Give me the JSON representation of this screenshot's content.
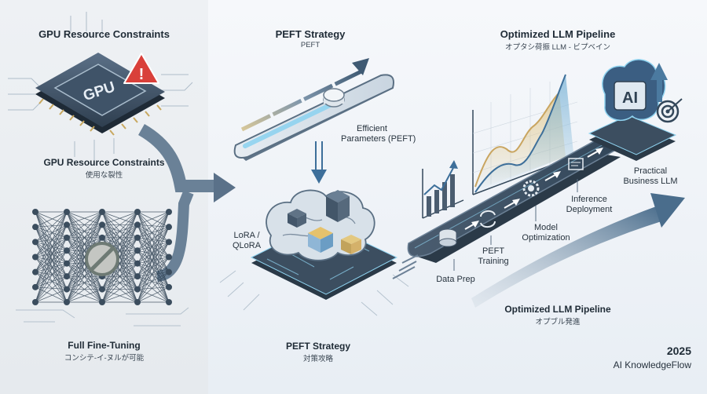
{
  "left": {
    "title": "GPU Resource Constraints",
    "chip_label": "GPU",
    "warning_mark": "!",
    "caption_title": "GPU Resource Constraints",
    "caption_sub": "使用な裂性",
    "bottom_title": "Full Fine-Tuning",
    "bottom_sub": "コンシテ-イ-ヌルが可能"
  },
  "middle": {
    "title": "PEFT Strategy",
    "subtitle": "PEFT",
    "slider_label_line1": "Efficient",
    "slider_label_line2": "Parameters (PEFT)",
    "lora_line1": "LoRA /",
    "lora_line2": "QLoRA",
    "bottom_title": "PEFT Strategy",
    "bottom_sub": "対策攻略"
  },
  "right": {
    "title": "Optimized LLM Pipeline",
    "subtitle": "オプタシ荷振 LLM - ビプベイン",
    "ai_label": "AI",
    "steps": {
      "data_prep": "Data Prep",
      "peft_training_line1": "PEFT",
      "peft_training_line2": "Training",
      "model_opt_line1": "Model",
      "model_opt_line2": "Optimization",
      "inference_line1": "Inference",
      "inference_line2": "Deployment",
      "practical_line1": "Practical",
      "practical_line2": "Business LLM"
    },
    "bottom_title": "Optimized LLM Pipeline",
    "bottom_sub": "オプブル発進"
  },
  "footer": {
    "year": "2025",
    "brand": "AI KnowledgeFlow"
  },
  "colors": {
    "accent_blue": "#4b7aa0",
    "dark_slate": "#33475a",
    "warning_red": "#d9403a",
    "gold": "#d7b46a",
    "cyan_glow": "#8fd3f0"
  }
}
